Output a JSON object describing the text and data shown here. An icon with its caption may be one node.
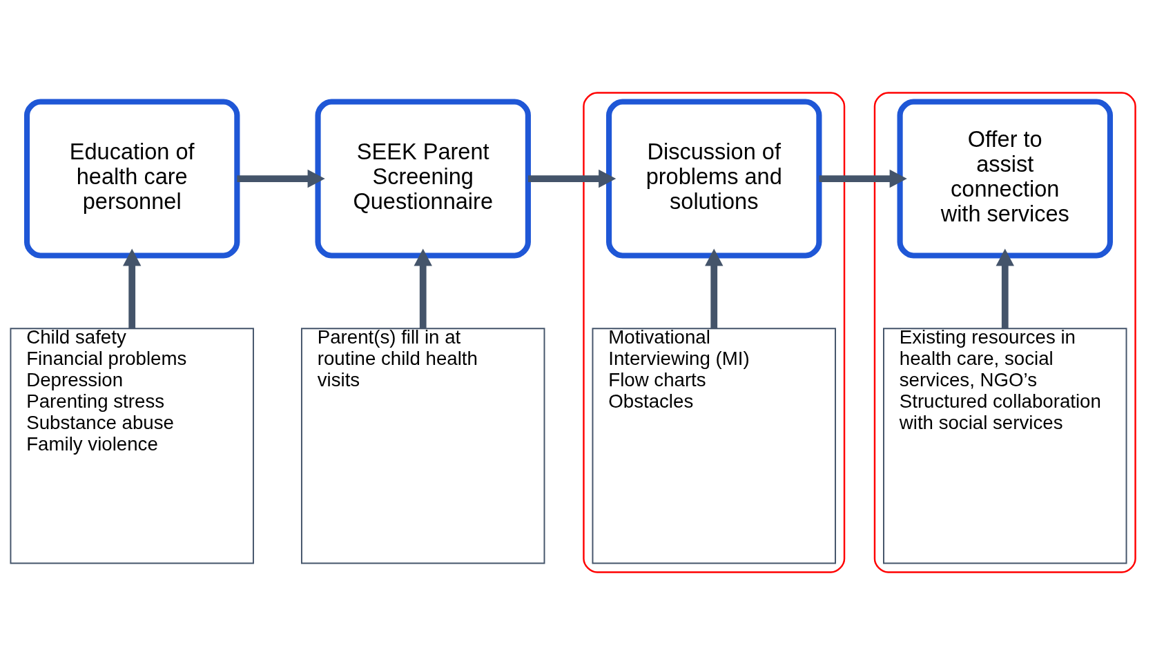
{
  "diagram": {
    "nodes": [
      {
        "text": [
          "Education of health care personnel"
        ]
      },
      {
        "text": [
          "SEEK Parent Screening Questionnaire"
        ]
      },
      {
        "text": [],
        "shape": "ellipse"
      },
      {
        "text": [
          "Discussion of problems and solutions"
        ],
        "in": 2
      },
      {
        "text": [],
        "shape": "ellipse"
      },
      {
        "text": [
          "Offer to assist connection with services"
        ],
        "in": 4
      },
      {
        "text": [
          "Child safety",
          "Financial problems",
          "Depression",
          "Parenting stress",
          "Substance abuse",
          "Family violence"
        ]
      },
      {
        "text": [
          "Parent(s) fill in at routine child health visits"
        ]
      },
      {
        "text": [
          "Motivational Interviewing (MI)",
          "Flow charts",
          "Obstacles"
        ],
        "in": 2
      },
      {
        "text": [
          "Existing resources in health care, social services, NGO’s",
          "Structured collaboration with social services"
        ],
        "in": 4
      }
    ],
    "edges": [
      {
        "from": 0,
        "to": 1,
        "arrow": "to"
      },
      {
        "from": 1,
        "to": 3,
        "arrow": "to"
      },
      {
        "from": 3,
        "to": 5,
        "arrow": "to"
      },
      {
        "from": 6,
        "to": 0,
        "arrow": "to"
      },
      {
        "from": 7,
        "to": 1,
        "arrow": "to"
      },
      {
        "from": 8,
        "to": 3,
        "arrow": "to"
      },
      {
        "from": 9,
        "to": 5,
        "arrow": "to"
      }
    ]
  }
}
